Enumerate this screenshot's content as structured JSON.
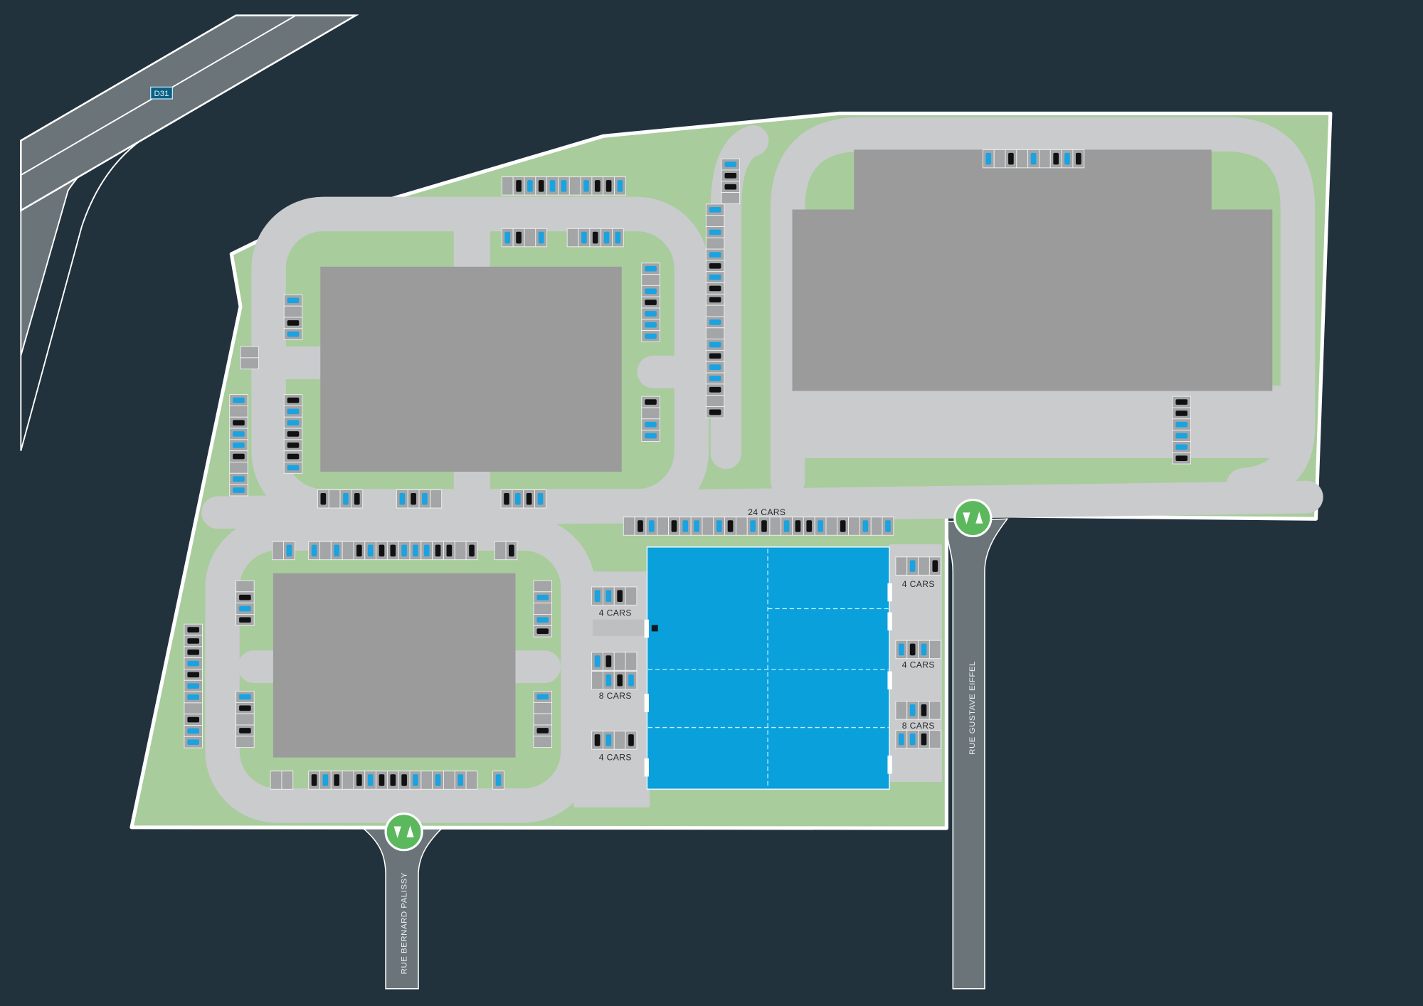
{
  "map": {
    "highway": {
      "label": "D31"
    },
    "streets": {
      "east": "RUE GUSTAVE EIFFEL",
      "south": "RUE BERNARD PALISSY"
    },
    "parking_labels": {
      "north_row": "24 CARS",
      "west_1": "4 CARS",
      "west_2": "8 CARS",
      "west_3": "4 CARS",
      "east_1": "4 CARS",
      "east_2": "4 CARS",
      "east_3": "8 CARS"
    },
    "entrances": [
      {
        "icon": "entrance-arrows-icon"
      },
      {
        "icon": "entrance-arrows-icon"
      }
    ],
    "colors": {
      "background": "#22323d",
      "site": "#a8cc9c",
      "road": "#c9cbcd",
      "building": "#9b9b9b",
      "highlight_building": "#0aa0dc",
      "car_blue": "#1aa3e0",
      "car_black": "#111111",
      "entrance": "#5cb85c"
    }
  }
}
